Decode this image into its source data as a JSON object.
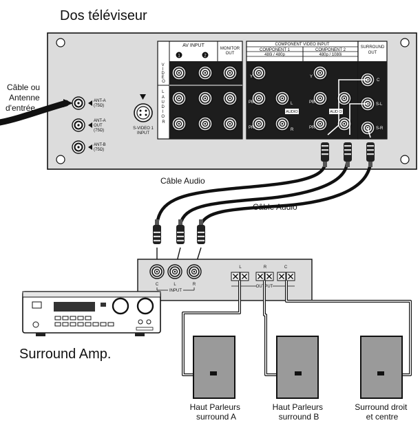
{
  "title": "Dos téléviseur",
  "left_antenna_label": [
    "Câble ou",
    "Antenne",
    "d'entrée"
  ],
  "tv_panel": {
    "ant_a_in": [
      "ANT-A",
      "(75Ω)"
    ],
    "ant_a_out": [
      "ANT-A",
      "OUT",
      "(75Ω)"
    ],
    "ant_b": [
      "ANT-B",
      "(75Ω)"
    ],
    "svideo": [
      "S-VIDEO 1",
      "INPUT"
    ],
    "av_input": "AV INPUT",
    "av_num_1": "1",
    "av_num_2": "2",
    "monitor_out": [
      "MONITOR",
      "OUT"
    ],
    "video_vertical": [
      "V",
      "I",
      "D",
      "E",
      "O"
    ],
    "audio_vertical": [
      "L",
      "A",
      "U",
      "D",
      "I",
      "O",
      "R"
    ],
    "component_video_input": "COMPONENT VIDEO INPUT",
    "component_1": "COMPONENT 1",
    "component_1_res": "480i / 480p",
    "component_2": "COMPONENT 2",
    "component_2_res": "480p / 1080i",
    "surround_out": [
      "SURROUND",
      "OUT"
    ],
    "jack_y": "Y",
    "jack_pb": "PB",
    "jack_pr": "PR",
    "audio_tag": "AUDIO",
    "audio_L": "L",
    "audio_R": "R",
    "surround_c": "C",
    "surround_sl": "S-L",
    "surround_sr": "S-R"
  },
  "cable_label_1": "Câble Audio",
  "cable_label_2": "Câble Audio",
  "amp_panel": {
    "input_c": "C",
    "input_l": "L",
    "input_r": "R",
    "input_label": "INPUT",
    "output_l": "L",
    "output_r": "R",
    "output_c": "C",
    "output_label": "OUTPUT"
  },
  "amp_label": "Surround Amp.",
  "speakers": [
    {
      "label": [
        "Haut Parleurs",
        "surround A"
      ]
    },
    {
      "label": [
        "Haut Parleurs",
        "surround B"
      ]
    },
    {
      "label": [
        "Surround droit",
        "et centre"
      ]
    }
  ]
}
